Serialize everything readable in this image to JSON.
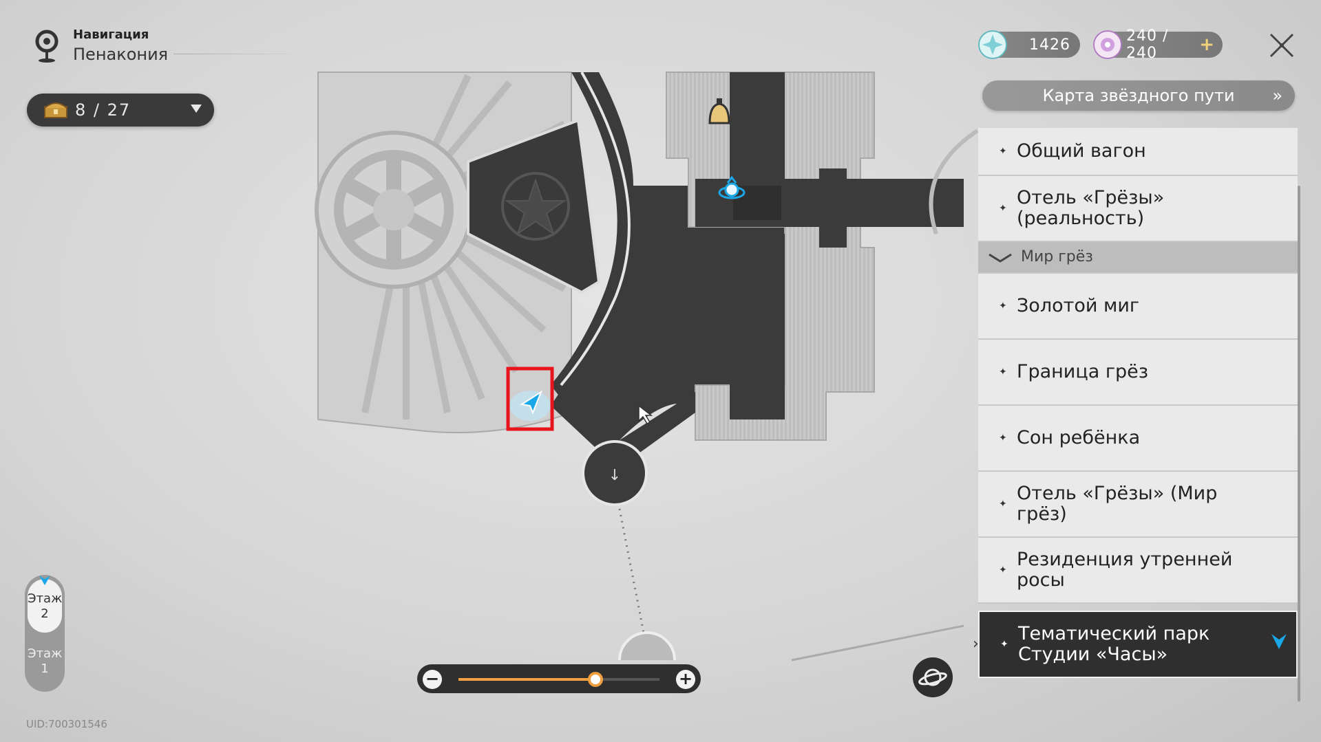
{
  "navigation": {
    "label": "Навигация",
    "location": "Пенакония"
  },
  "chests": {
    "found": "8",
    "separator": "/",
    "total": "27"
  },
  "currency": {
    "stellar_jade": "1426",
    "trailblaze_power": "240 / 240",
    "add_symbol": "+"
  },
  "star_map_button": "Карта звёздного пути",
  "locations": [
    {
      "label": "Общий вагон",
      "type": "item"
    },
    {
      "label": "Отель «Грёзы» (реальность)",
      "type": "item"
    },
    {
      "label": "Мир грёз",
      "type": "category"
    },
    {
      "label": "Золотой миг",
      "type": "item"
    },
    {
      "label": "Граница грёз",
      "type": "item"
    },
    {
      "label": "Сон ребёнка",
      "type": "item"
    },
    {
      "label": "Отель «Грёзы» (Мир грёз)",
      "type": "item"
    },
    {
      "label": "Резиденция утренней росы",
      "type": "item"
    },
    {
      "label": "Тематический парк Студии «Часы»",
      "type": "selected"
    }
  ],
  "floors": [
    {
      "word": "Этаж",
      "number": "2",
      "active": true
    },
    {
      "word": "Этаж",
      "number": "1",
      "active": false
    }
  ],
  "uid": "UID:700301546",
  "zoom": {
    "minus": "−",
    "plus": "+",
    "level": 0.68
  },
  "colors": {
    "accent_orange": "#f0a040",
    "accent_blue": "#1aa8e8",
    "highlight_red": "#e8141c",
    "panel_dark": "#2f2f2f"
  },
  "icons": {
    "nav": "map-pin-icon",
    "chest": "treasure-chest-icon",
    "close": "close-icon",
    "planet": "planet-icon",
    "player": "player-arrow-icon",
    "teleport": "space-anchor-icon"
  }
}
